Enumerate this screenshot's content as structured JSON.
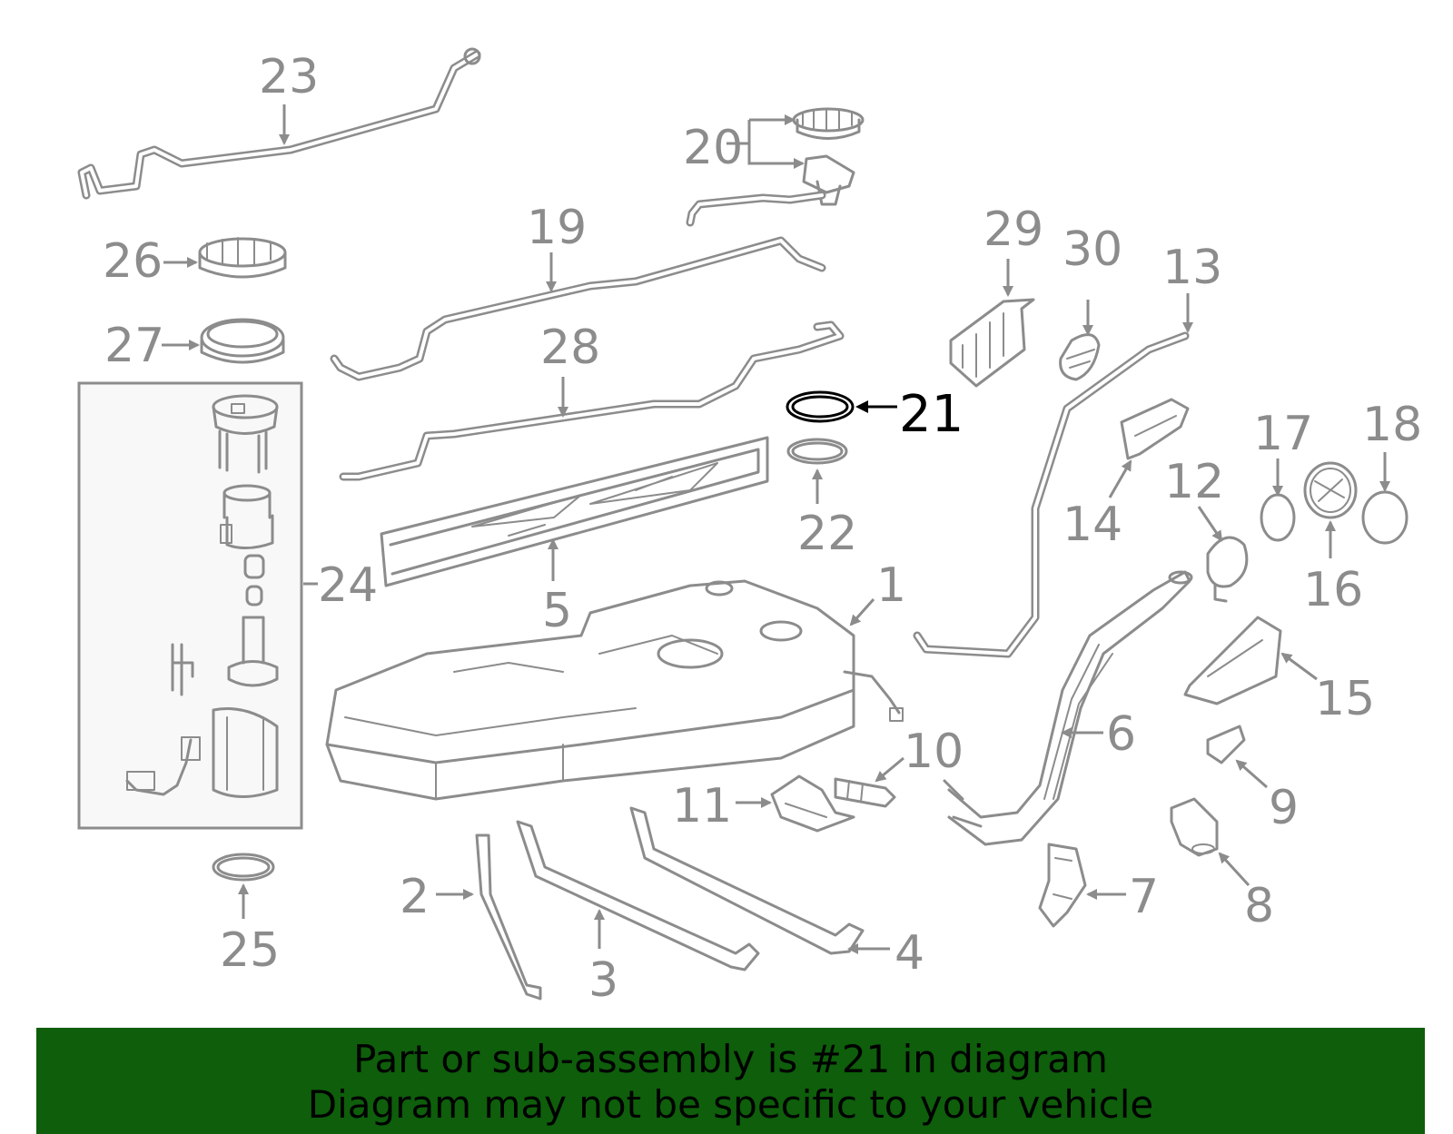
{
  "labels": {
    "p1": "1",
    "p2": "2",
    "p3": "3",
    "p4": "4",
    "p5": "5",
    "p6": "6",
    "p7": "7",
    "p8": "8",
    "p9": "9",
    "p10": "10",
    "p11": "11",
    "p12": "12",
    "p13": "13",
    "p14": "14",
    "p15": "15",
    "p16": "16",
    "p17": "17",
    "p18": "18",
    "p19": "19",
    "p20": "20",
    "p21": "21",
    "p22": "22",
    "p23": "23",
    "p24": "24",
    "p25": "25",
    "p26": "26",
    "p27": "27",
    "p28": "28",
    "p29": "29",
    "p30": "30"
  },
  "highlighted_part": "21",
  "colors": {
    "parts": "#8c8c8c",
    "highlight": "#000000",
    "banner_bg": "#0e5e0b",
    "banner_text": "#000000"
  },
  "banner": {
    "line1": "Part or sub-assembly is #21 in diagram",
    "line2": "Diagram may not be specific to your vehicle"
  }
}
